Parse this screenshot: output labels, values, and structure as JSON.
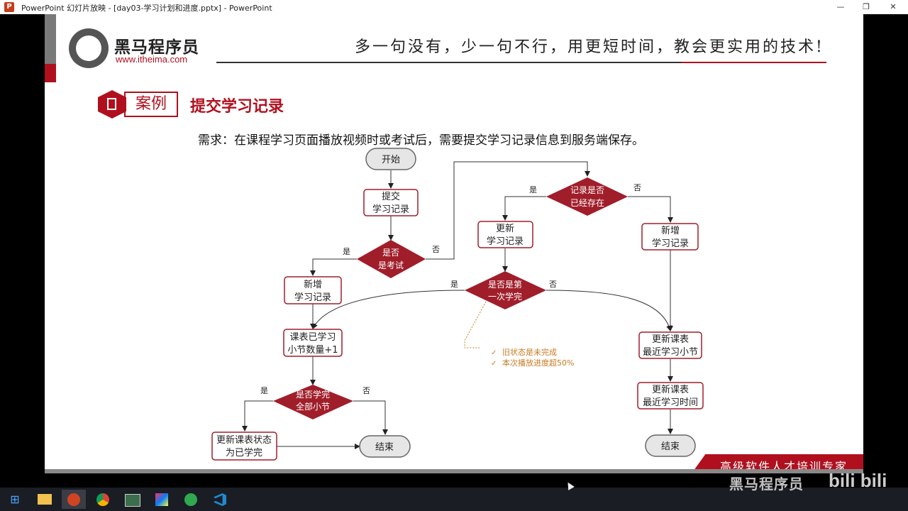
{
  "window": {
    "title": "PowerPoint 幻灯片放映 - [day03-学习计划和进度.pptx] - PowerPoint",
    "minimize_glyph": "—",
    "restore_glyph": "❐",
    "close_glyph": "✕"
  },
  "slide": {
    "brand_name": "黑马程序员",
    "brand_url": "www.itheima.com",
    "slogan": "多一句没有，少一句不行，用更短时间，教会更实用的技术!",
    "case_label": "案例",
    "case_title": "提交学习记录",
    "requirement": "需求：在课程学习页面播放视频时或考试后，需要提交学习记录信息到服务端保存。",
    "footer_tagline": "高级软件人才培训专家"
  },
  "flowchart": {
    "start": "开始",
    "submit_line1": "提交",
    "submit_line2": "学习记录",
    "is_exam_line1": "是否",
    "is_exam_line2": "是考试",
    "record_exists_line1": "记录是否",
    "record_exists_line2": "已经存在",
    "update_record_line1": "更新",
    "update_record_line2": "学习记录",
    "new_record_right_line1": "新增",
    "new_record_right_line2": "学习记录",
    "new_record_left_line1": "新增",
    "new_record_left_line2": "学习记录",
    "first_complete_line1": "是否是第",
    "first_complete_line2": "一次学完",
    "lessons_count_line1": "课表已学习",
    "lessons_count_line2": "小节数量+1",
    "update_latest_section_line1": "更新课表",
    "update_latest_section_line2": "最近学习小节",
    "update_latest_time_line1": "更新课表",
    "update_latest_time_line2": "最近学习时间",
    "all_done_line1": "是否学完",
    "all_done_line2": "全部小节",
    "update_status_line1": "更新课表状态",
    "update_status_line2": "为已学完",
    "end_left": "结束",
    "end_right": "结束",
    "yes": "是",
    "no": "否",
    "note1": "旧状态是未完成",
    "note2": "本次播放进度超50%",
    "check_glyph": "✓"
  },
  "overlay": {
    "watermark_text": "黑马程序员",
    "watermark_brand": "bili bili"
  },
  "colors": {
    "accent_red": "#b0101e",
    "node_border": "#a01e2a",
    "note_orange": "#c87a1e"
  }
}
